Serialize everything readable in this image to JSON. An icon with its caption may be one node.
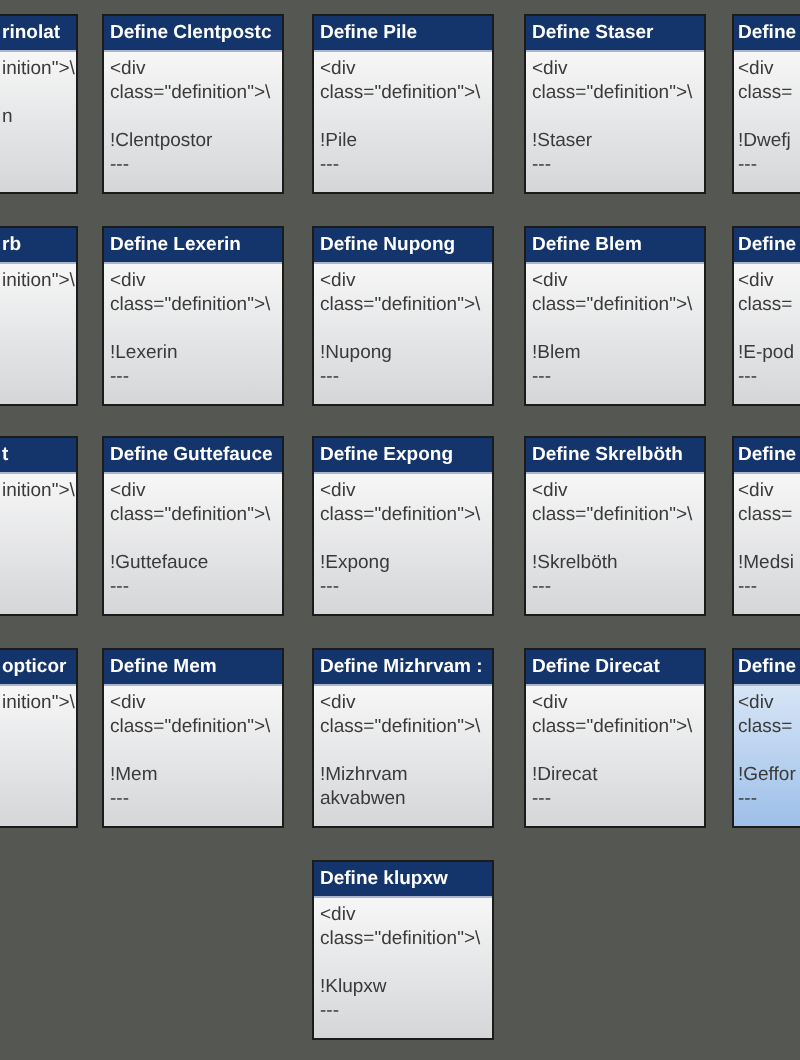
{
  "diagram": {
    "nodes": [
      {
        "text": [
          "rinolat",
          "inition\">\\",
          "n"
        ]
      },
      {
        "text": [
          "Define Clentpostc",
          "<div class=\"definition\">\\",
          "!Clentpostor",
          "---"
        ]
      },
      {
        "text": [
          "Define Pile",
          "<div class=\"definition\">\\",
          "!Pile",
          "---"
        ]
      },
      {
        "text": [
          "Define Staser",
          "<div class=\"definition\">\\",
          "!Staser",
          "---"
        ]
      },
      {
        "text": [
          "Define",
          "<div class=",
          "!Dwefj",
          "---"
        ]
      },
      {
        "text": [
          "rb",
          "inition\">\\"
        ]
      },
      {
        "text": [
          "Define Lexerin",
          "<div class=\"definition\">\\",
          "!Lexerin",
          "---"
        ]
      },
      {
        "text": [
          "Define Nupong",
          "<div class=\"definition\">\\",
          "!Nupong",
          "---"
        ]
      },
      {
        "text": [
          "Define Blem",
          "<div class=\"definition\">\\",
          "!Blem",
          "---"
        ]
      },
      {
        "text": [
          "Define",
          "<div class=",
          "!E-pod",
          "---"
        ]
      },
      {
        "text": [
          "t",
          "inition\">\\"
        ]
      },
      {
        "text": [
          "Define Guttefauce",
          "<div class=\"definition\">\\",
          "!Guttefauce",
          "---"
        ]
      },
      {
        "text": [
          "Define Expong",
          "<div class=\"definition\">\\",
          "!Expong",
          "---"
        ]
      },
      {
        "text": [
          "Define Skrelböth",
          "<div class=\"definition\">\\",
          "!Skrelböth",
          "---"
        ]
      },
      {
        "text": [
          "Define",
          "<div class=",
          "!Medsi",
          "---"
        ]
      },
      {
        "text": [
          "opticor",
          "inition\">\\"
        ]
      },
      {
        "text": [
          "Define Mem",
          "<div class=\"definition\">\\",
          "!Mem",
          "---"
        ]
      },
      {
        "text": [
          "Define Mizhrvam :",
          "<div class=\"definition\">\\",
          "!Mizhrvam akvabwen"
        ]
      },
      {
        "text": [
          "Define Direcat",
          "<div class=\"definition\">\\",
          "!Direcat",
          "---"
        ]
      },
      {
        "text": [
          "Define",
          "<div class=",
          "!Geffor",
          "---"
        ]
      },
      {
        "text": [
          "Define klupxw",
          "<div class=\"definition\">\\",
          "!Klupxw",
          "---"
        ]
      }
    ]
  }
}
